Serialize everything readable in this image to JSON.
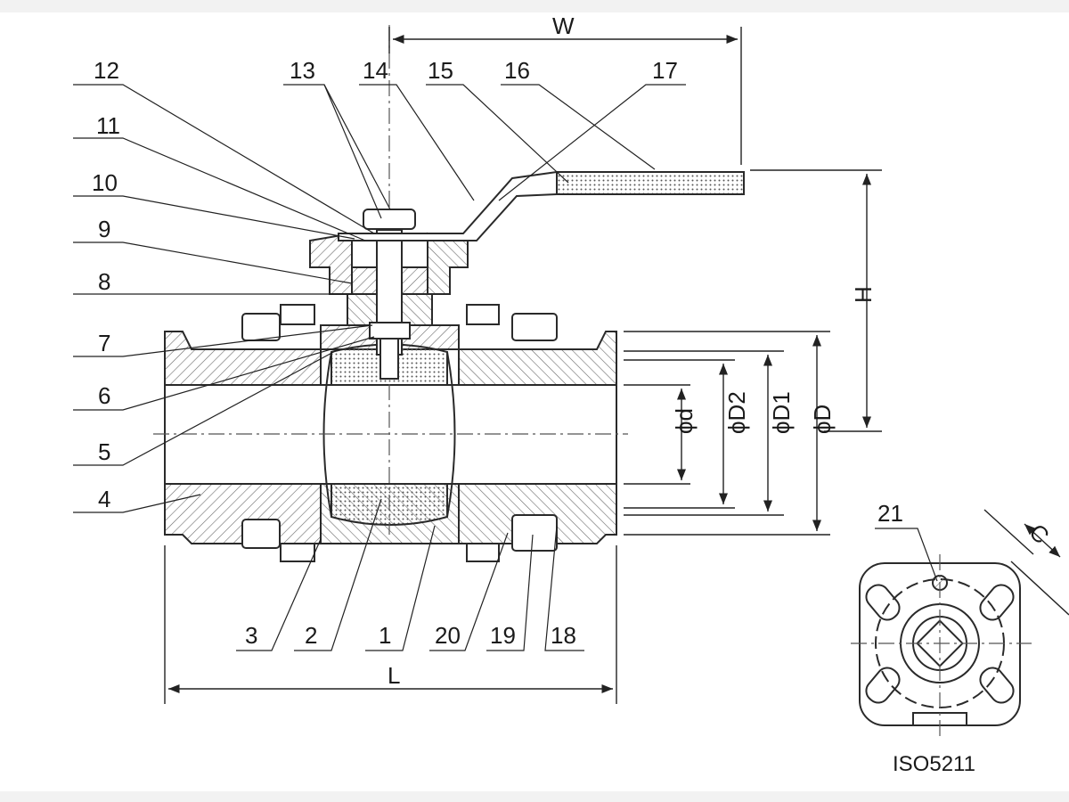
{
  "diagram": {
    "part_labels": [
      "1",
      "2",
      "3",
      "4",
      "5",
      "6",
      "7",
      "8",
      "9",
      "10",
      "11",
      "12",
      "13",
      "14",
      "15",
      "16",
      "17",
      "18",
      "19",
      "20",
      "21"
    ],
    "dimensions": {
      "W": "W",
      "H": "H",
      "L": "L",
      "d": "ϕd",
      "D2": "ϕD2",
      "D1": "ϕD1",
      "D": "ϕD",
      "C": "C"
    },
    "flange_standard": "ISO5211"
  },
  "colors": {
    "line": "#2a2a2a",
    "hatch": "#6a6a6a",
    "background": "#ffffff",
    "frame": "#f2f2f2"
  }
}
